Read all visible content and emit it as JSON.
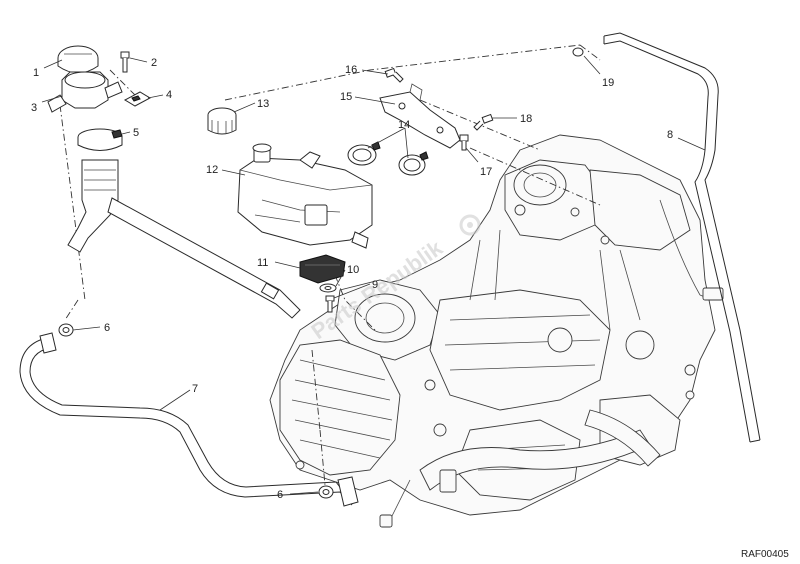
{
  "labels": [
    {
      "id": "1",
      "text": "1"
    },
    {
      "id": "2",
      "text": "2"
    },
    {
      "id": "3",
      "text": "3"
    },
    {
      "id": "4",
      "text": "4"
    },
    {
      "id": "5",
      "text": "5"
    },
    {
      "id": "6a",
      "text": "6"
    },
    {
      "id": "6b",
      "text": "6"
    },
    {
      "id": "7",
      "text": "7"
    },
    {
      "id": "8",
      "text": "8"
    },
    {
      "id": "9",
      "text": "9"
    },
    {
      "id": "10",
      "text": "10"
    },
    {
      "id": "11",
      "text": "11"
    },
    {
      "id": "12",
      "text": "12"
    },
    {
      "id": "13",
      "text": "13"
    },
    {
      "id": "14",
      "text": "14"
    },
    {
      "id": "15",
      "text": "15"
    },
    {
      "id": "16",
      "text": "16"
    },
    {
      "id": "17",
      "text": "17"
    },
    {
      "id": "18",
      "text": "18"
    },
    {
      "id": "19",
      "text": "19"
    }
  ],
  "drawing_code": "RAF00405",
  "watermark": "Parts Republik",
  "colors": {
    "line": "#2a2a2a",
    "watermark": "#c8c8c8",
    "background": "#ffffff"
  }
}
